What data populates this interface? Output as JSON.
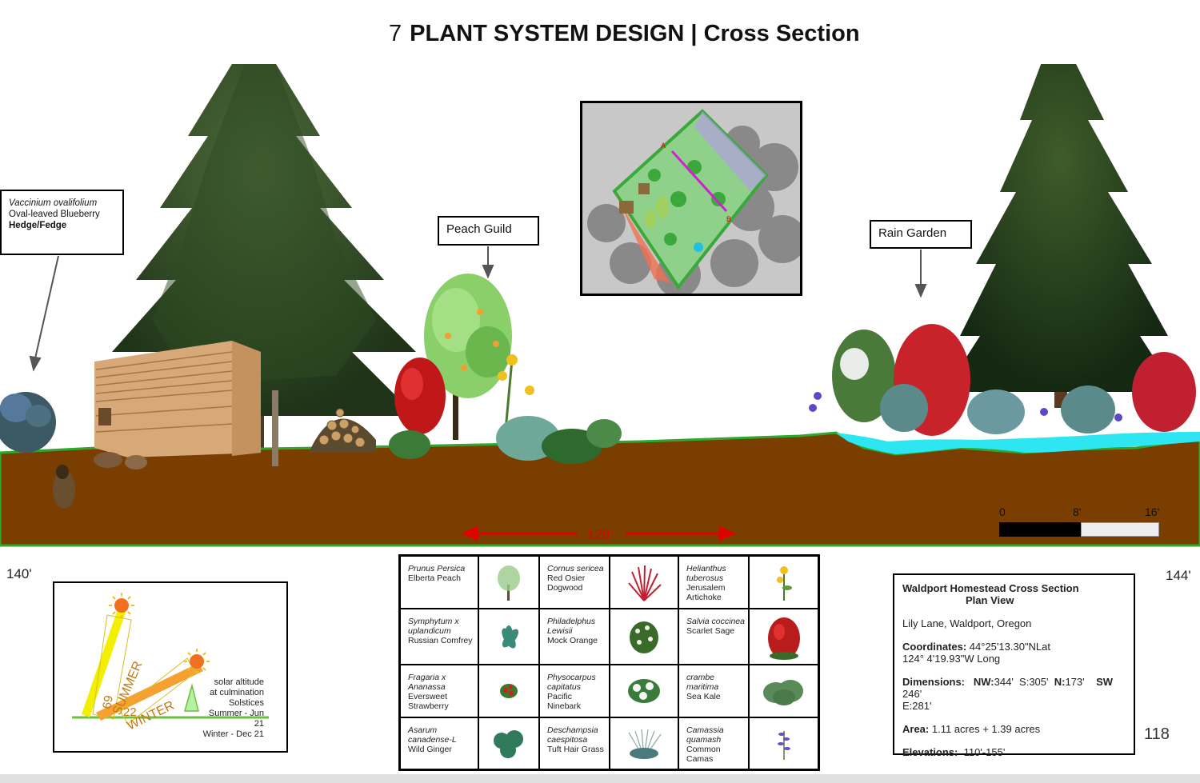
{
  "page": {
    "title_number": "7",
    "title_text": "PLANT SYSTEM DESIGN | Cross Section",
    "page_number": "118"
  },
  "callouts": {
    "blueberry": {
      "latin": "Vaccinium ovalifolium",
      "common": "Oval-leaved Blueberry",
      "bold": "Hedge/Fedge"
    },
    "peach_guild": "Peach Guild",
    "rain_garden": "Rain Garden"
  },
  "map_inset": {
    "label_a": "A",
    "label_b": "B"
  },
  "section": {
    "span_label": "129'",
    "left_distance": "140'",
    "right_distance": "144'"
  },
  "scale_bar": {
    "labels": [
      "0",
      "8'",
      "16'"
    ]
  },
  "sun_diagram": {
    "summer_label": "SUMMER",
    "winter_label": "WINTER",
    "summer_angle": "69",
    "winter_angle": "22",
    "caption": [
      "solar altitude",
      "at culmination",
      "Solstices",
      "Summer - Jun",
      "21",
      "Winter - Dec 21"
    ]
  },
  "plant_table": [
    {
      "latin": "Prunus Persica",
      "common": "Elberta Peach",
      "icon": "peach-tree-icon"
    },
    {
      "latin": "Cornus sericea",
      "common": "Red Osier Dogwood",
      "icon": "red-dogwood-icon"
    },
    {
      "latin": "Helianthus tuberosus",
      "common": "Jerusalem Artichoke",
      "icon": "sunflower-icon"
    },
    {
      "latin": "Symphytum x uplandicum",
      "common": "Russian Comfrey",
      "icon": "comfrey-icon"
    },
    {
      "latin": "Philadelphus Lewisii",
      "common": "Mock Orange",
      "icon": "mock-orange-icon"
    },
    {
      "latin": "Salvia coccinea",
      "common": "Scarlet Sage",
      "icon": "scarlet-sage-icon"
    },
    {
      "latin": "Fragaria x Ananassa",
      "common": "Eversweet Strawberry",
      "icon": "strawberry-icon"
    },
    {
      "latin": "Physocarpus capitatus",
      "common": "Pacific Ninebark",
      "icon": "ninebark-icon"
    },
    {
      "latin": "crambe maritima",
      "common": "Sea Kale",
      "icon": "sea-kale-icon"
    },
    {
      "latin": "Asarum canadense-L",
      "common": "Wild Ginger",
      "icon": "wild-ginger-icon"
    },
    {
      "latin": "Deschampsia caespitosa",
      "common": "Tuft Hair Grass",
      "icon": "tuft-grass-icon"
    },
    {
      "latin": "Camassia quamash",
      "common": "Common Camas",
      "icon": "camas-icon"
    }
  ],
  "info_box": {
    "title": "Waldport Homestead Cross Section",
    "subtitle": "Plan View",
    "address": "Lily Lane, Waldport, Oregon",
    "coordinates_label": "Coordinates:",
    "coordinates_lat": "44°25'13.30\"NLat",
    "coordinates_long": "124° 4'19.93\"W Long",
    "dimensions_label": "Dimensions:",
    "dim_nw_label": "NW:",
    "dim_nw": "344'",
    "dim_s": "S:305'",
    "dim_n_label": "N:",
    "dim_n": "173'",
    "dim_sw_label": "SW",
    "dim_sw": "246'",
    "dim_e": "E:281'",
    "area_label": "Area:",
    "area_value": "1.11 acres + 1.39 acres",
    "elevations_label": "Elevations:",
    "elevations_value": "110'-155'"
  },
  "colors": {
    "soil": "#7a3e00",
    "ground_edge": "#2ea82e",
    "water": "#2ee5f2",
    "arrow_red": "#e00000",
    "summer_ray": "#f2f000",
    "winter_ray": "#f5a030"
  }
}
